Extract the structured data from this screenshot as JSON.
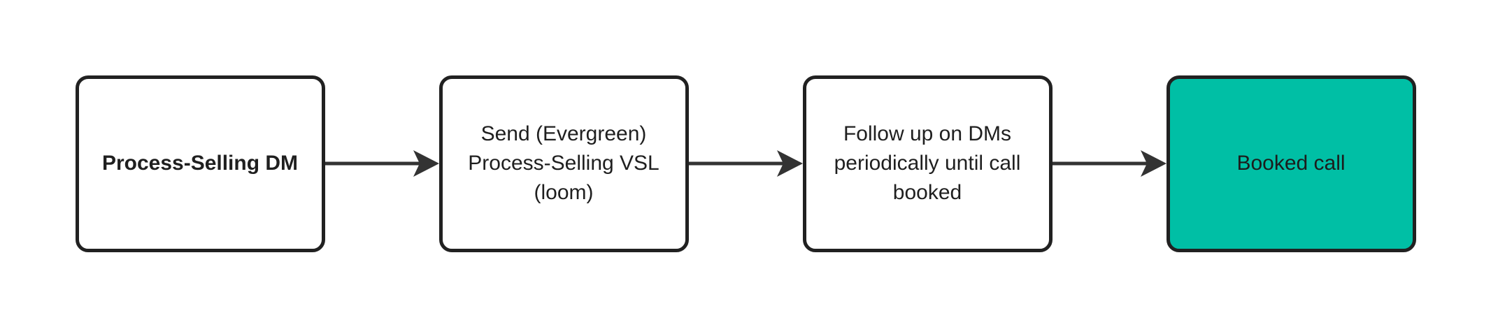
{
  "diagram": {
    "type": "flowchart",
    "direction": "left-to-right",
    "nodes": [
      {
        "id": "n1",
        "label": "Process-Selling DM",
        "emphasis": "bold",
        "fill": "#ffffff",
        "text_color": "#1f1f1f"
      },
      {
        "id": "n2",
        "label": "Send (Evergreen) Process-Selling VSL (loom)",
        "emphasis": "normal",
        "fill": "#ffffff",
        "text_color": "#1f1f1f"
      },
      {
        "id": "n3",
        "label": "Follow up on DMs periodically until call booked",
        "emphasis": "normal",
        "fill": "#ffffff",
        "text_color": "#1f1f1f"
      },
      {
        "id": "n4",
        "label": "Booked call",
        "emphasis": "normal",
        "fill": "#00bfa5",
        "text_color": "#1c1c1c"
      }
    ],
    "edges": [
      {
        "from": "n1",
        "to": "n2"
      },
      {
        "from": "n2",
        "to": "n3"
      },
      {
        "from": "n3",
        "to": "n4"
      }
    ],
    "colors": {
      "background": "#ffffff",
      "node_border": "#212121",
      "arrow": "#333333",
      "accent_fill": "#00bfa5"
    }
  }
}
